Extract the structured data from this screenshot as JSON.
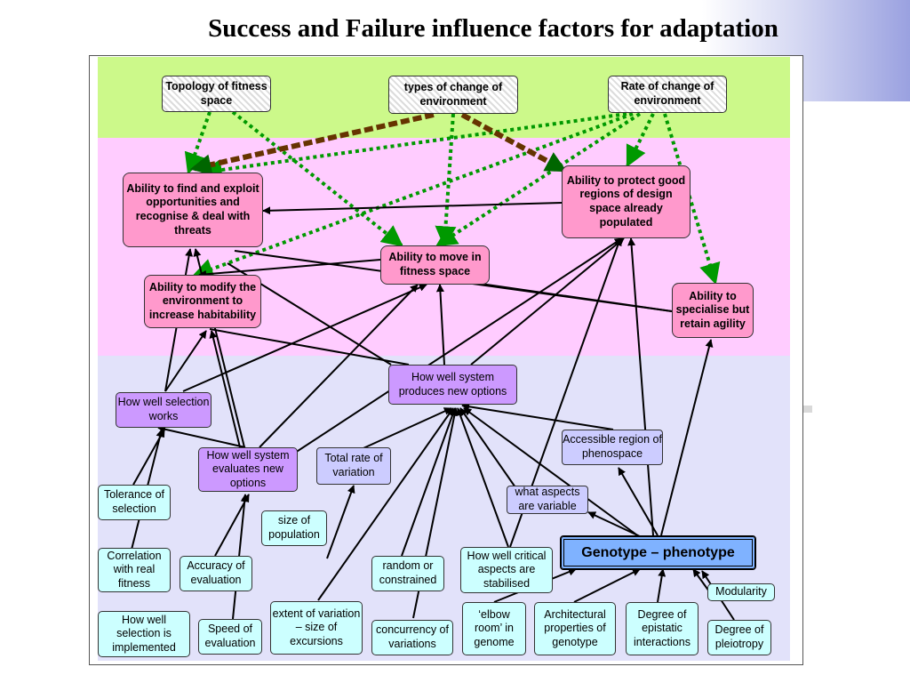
{
  "slide": {
    "title": "Success and Failure influence factors for adaptation"
  },
  "nodes": {
    "topology": "Topology of fitness space",
    "types_change": "types of change of environment",
    "rate_change": "Rate of change of environment",
    "find_exploit": "Ability to find and exploit opportunities and recognise & deal with threats",
    "protect": "Ability to protect good regions of design space already populated",
    "move": "Ability to move in fitness space",
    "modify_env": "Ability to modify the environment to increase habitability",
    "specialise": "Ability to specialise but retain agility",
    "produces_options": "How well system produces new options",
    "selection_works": "How well selection works",
    "accessible": "Accessible region of phenospace",
    "evaluates": "How well system evaluates new options",
    "total_rate": "Total rate of variation",
    "tolerance": "Tolerance of selection",
    "what_aspects": "what aspects are variable",
    "size_pop": "size of population",
    "genotype": "Genotype – phenotype",
    "correlation": "Correlation with real fitness",
    "accuracy": "Accuracy of evaluation",
    "random": "random or constrained",
    "stabilised": "How well critical aspects are stabilised",
    "modularity": "Modularity",
    "implemented": "How well selection is implemented",
    "speed": "Speed of evaluation",
    "extent": "extent of variation – size of excursions",
    "concurrency": "concurrency of variations",
    "elbow": "‘elbow room’ in genome",
    "architectural": "Architectural properties of genotype",
    "epistatic": "Degree of epistatic interactions",
    "pleiotropy": "Degree of pleiotropy"
  },
  "colors": {
    "green_band": "#ccf98a",
    "pink_band": "#ffccff",
    "lavender_band": "#e2e2fa",
    "pink_node": "#ff99cc",
    "purple_node": "#cc99ff",
    "lavender_node": "#ccccff",
    "cyan_node": "#ccffff",
    "genotype_node": "#7fb2ff",
    "dotted_arrow": "#009900",
    "dashed_arrow": "#663300"
  }
}
